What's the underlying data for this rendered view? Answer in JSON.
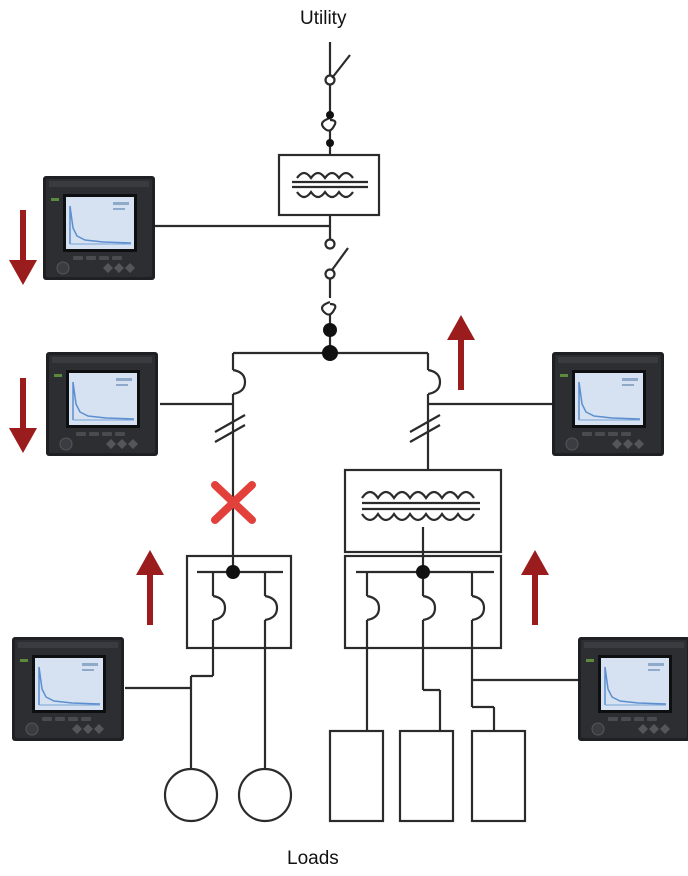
{
  "labels": {
    "top": "Utility",
    "bottom": "Loads"
  },
  "colors": {
    "line": "#2b2b2b",
    "arrow": "#9b1c1c",
    "fault": "#e2413b",
    "meter_body": "#2a2b2e",
    "meter_screen": "#dbe6f3",
    "meter_trace": "#5b8fcf"
  },
  "icons": {
    "meter": "power-meter-icon",
    "arrow_up": "arrow-up-icon",
    "arrow_down": "arrow-down-icon",
    "fault": "fault-x-icon"
  },
  "arrows": {
    "meter_1": "down",
    "meter_2": "down",
    "meter_3": "up",
    "meter_4": "up",
    "meter_5": "up"
  }
}
